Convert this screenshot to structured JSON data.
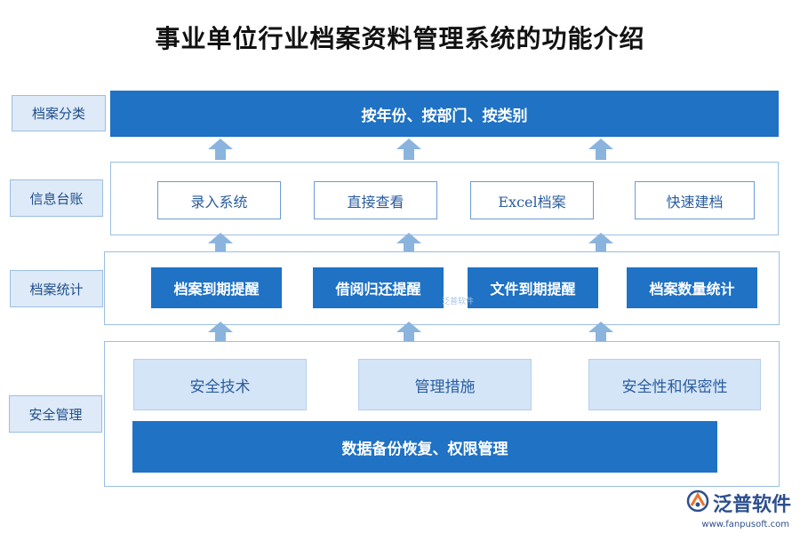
{
  "title": "事业单位行业档案资料管理系统的功能介绍",
  "colors": {
    "accent": "#1f72c4",
    "light_box": "#d4e5f7",
    "label_bg": "#deeaf7",
    "arrow": "#8ab4dd"
  },
  "rows": [
    {
      "label": "档案分类"
    },
    {
      "label": "信息台账"
    },
    {
      "label": "档案统计"
    },
    {
      "label": "安全管理"
    }
  ],
  "row1": {
    "banner": "按年份、按部门、按类别"
  },
  "row2": {
    "items": [
      "录入系统",
      "直接查看",
      "Excel档案",
      "快速建档"
    ]
  },
  "row3": {
    "items": [
      "档案到期提醒",
      "借阅归还提醒",
      "文件到期提醒",
      "档案数量统计"
    ]
  },
  "row4": {
    "items": [
      "安全技术",
      "管理措施",
      "安全性和保密性"
    ],
    "banner": "数据备份恢复、权限管理"
  },
  "watermark": "泛普软件",
  "logo": {
    "icon": "fanpu-logo-icon",
    "name": "泛普软件",
    "url": "www.fanpusoft.com"
  }
}
